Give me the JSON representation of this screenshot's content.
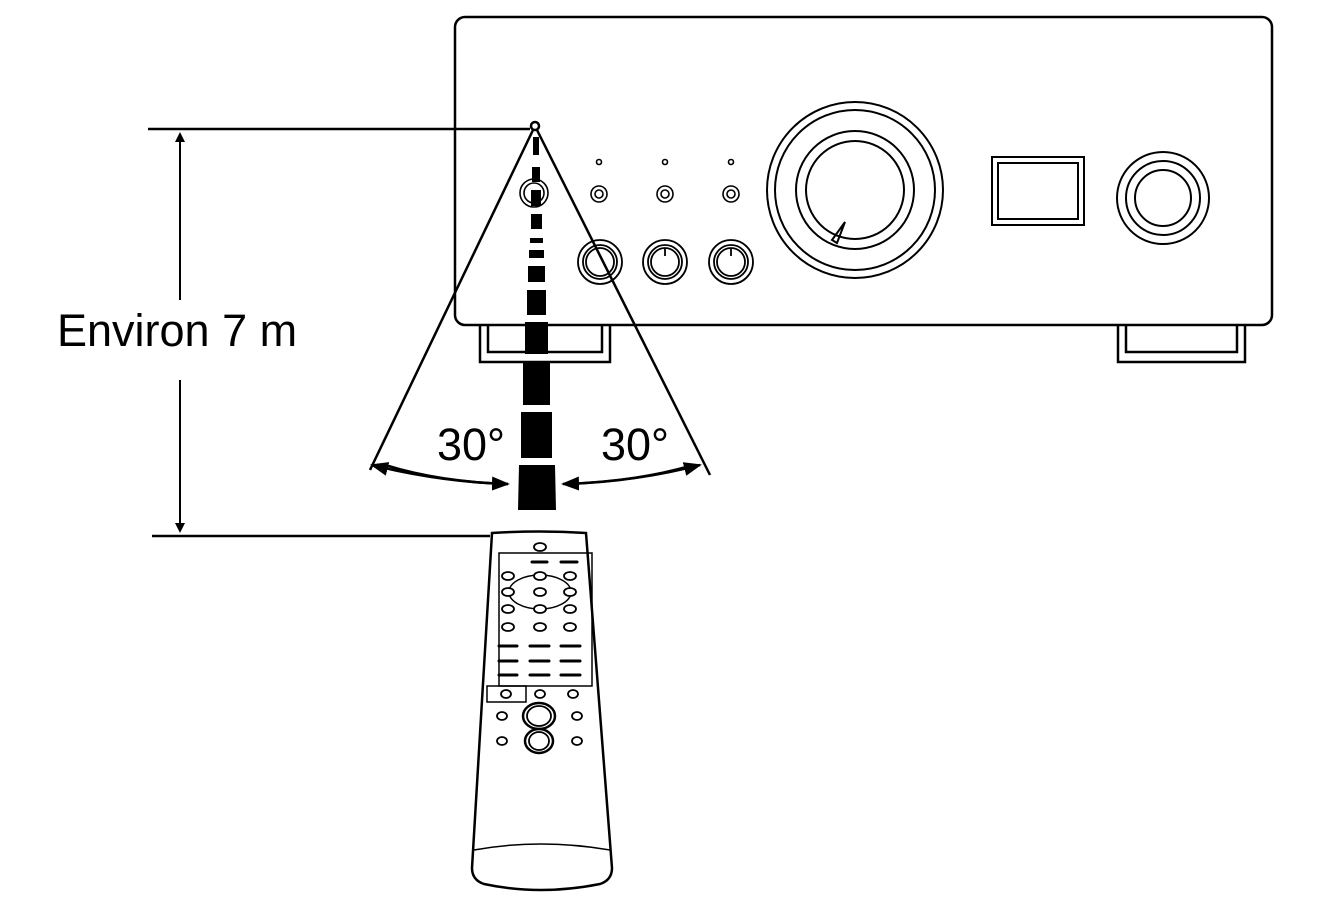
{
  "distance_label": "Environ 7 m",
  "angle_left": "30°",
  "angle_right": "30°",
  "colors": {
    "line": "#000000",
    "background": "#ffffff"
  }
}
